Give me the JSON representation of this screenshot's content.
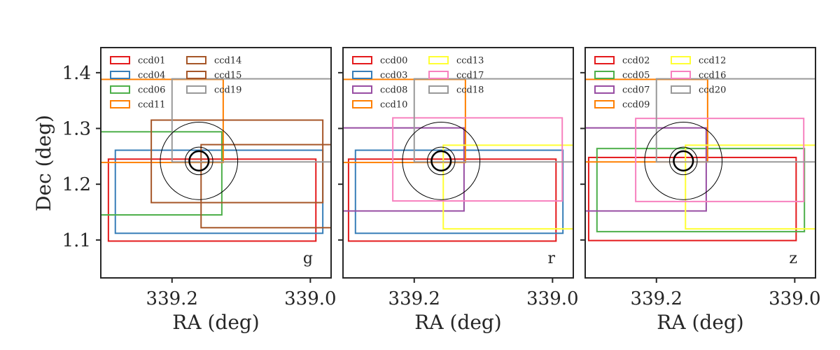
{
  "chart_data": {
    "type": "rectangles",
    "xlabel": "RA (deg)",
    "ylabel": "Dec (deg)",
    "xlim": [
      339.303,
      338.97
    ],
    "ylim": [
      1.032,
      1.445
    ],
    "x_ticks": [
      339.2,
      339.0
    ],
    "x_tick_labels": [
      "339.2",
      "339.0"
    ],
    "y_ticks": [
      1.1,
      1.2,
      1.3,
      1.4
    ],
    "y_tick_labels": [
      "1.1",
      "1.2",
      "1.3",
      "1.4"
    ],
    "grid": false,
    "legend_placement": "top-left",
    "target": {
      "ra": 339.161,
      "dec": 1.2418,
      "circle_radii": [
        0.014,
        0.02,
        0.056
      ]
    },
    "colors": {
      "red": "#e41a1c",
      "blue": "#377eb8",
      "green": "#4daf4a",
      "purple": "#984ea3",
      "orange": "#ff7f00",
      "yellow": "#ffff33",
      "brown": "#a65628",
      "pink": "#f781bf",
      "gray": "#999999"
    },
    "panels": [
      {
        "band": "g",
        "ccds": [
          {
            "name": "ccd01",
            "color": "#e41a1c",
            "ra": [
              339.292,
              338.992
            ],
            "dec": [
              1.098,
              1.245
            ]
          },
          {
            "name": "ccd04",
            "color": "#377eb8",
            "ra": [
              339.282,
              338.982
            ],
            "dec": [
              1.112,
              1.261
            ]
          },
          {
            "name": "ccd06",
            "color": "#4daf4a",
            "ra": [
              339.303,
              339.128
            ],
            "dec": [
              1.145,
              1.294
            ]
          },
          {
            "name": "ccd11",
            "color": "#ff7f00",
            "ra": [
              339.303,
              339.126
            ],
            "dec": [
              1.239,
              1.388
            ]
          },
          {
            "name": "ccd14",
            "color": "#a65628",
            "ra": [
              339.23,
              338.982
            ],
            "dec": [
              1.167,
              1.315
            ]
          },
          {
            "name": "ccd15",
            "color": "#a65628",
            "ra": [
              339.158,
              338.97
            ],
            "dec": [
              1.122,
              1.271
            ]
          },
          {
            "name": "ccd19",
            "color": "#999999",
            "ra": [
              339.2,
              338.97
            ],
            "dec": [
              1.24,
              1.389
            ]
          }
        ]
      },
      {
        "band": "r",
        "ccds": [
          {
            "name": "ccd00",
            "color": "#e41a1c",
            "ra": [
              339.295,
              338.995
            ],
            "dec": [
              1.098,
              1.245
            ]
          },
          {
            "name": "ccd03",
            "color": "#377eb8",
            "ra": [
              339.285,
              338.985
            ],
            "dec": [
              1.112,
              1.261
            ]
          },
          {
            "name": "ccd08",
            "color": "#984ea3",
            "ra": [
              339.303,
              339.128
            ],
            "dec": [
              1.152,
              1.301
            ]
          },
          {
            "name": "ccd10",
            "color": "#ff7f00",
            "ra": [
              339.303,
              339.126
            ],
            "dec": [
              1.239,
              1.388
            ]
          },
          {
            "name": "ccd13",
            "color": "#ffff33",
            "ra": [
              339.158,
              338.97
            ],
            "dec": [
              1.12,
              1.27
            ]
          },
          {
            "name": "ccd17",
            "color": "#f781bf",
            "ra": [
              339.231,
              338.986
            ],
            "dec": [
              1.17,
              1.319
            ]
          },
          {
            "name": "ccd18",
            "color": "#999999",
            "ra": [
              339.2,
              338.97
            ],
            "dec": [
              1.24,
              1.389
            ]
          }
        ]
      },
      {
        "band": "z",
        "ccds": [
          {
            "name": "ccd02",
            "color": "#e41a1c",
            "ra": [
              339.298,
              338.998
            ],
            "dec": [
              1.099,
              1.248
            ]
          },
          {
            "name": "ccd05",
            "color": "#4daf4a",
            "ra": [
              339.286,
              338.986
            ],
            "dec": [
              1.115,
              1.264
            ]
          },
          {
            "name": "ccd07",
            "color": "#984ea3",
            "ra": [
              339.303,
              339.128
            ],
            "dec": [
              1.152,
              1.301
            ]
          },
          {
            "name": "ccd09",
            "color": "#ff7f00",
            "ra": [
              339.303,
              339.126
            ],
            "dec": [
              1.24,
              1.388
            ]
          },
          {
            "name": "ccd12",
            "color": "#ffff33",
            "ra": [
              339.158,
              338.97
            ],
            "dec": [
              1.12,
              1.27
            ]
          },
          {
            "name": "ccd16",
            "color": "#f781bf",
            "ra": [
              339.23,
              338.987
            ],
            "dec": [
              1.169,
              1.318
            ]
          },
          {
            "name": "ccd20",
            "color": "#999999",
            "ra": [
              339.2,
              338.97
            ],
            "dec": [
              1.24,
              1.389
            ]
          }
        ]
      }
    ]
  }
}
